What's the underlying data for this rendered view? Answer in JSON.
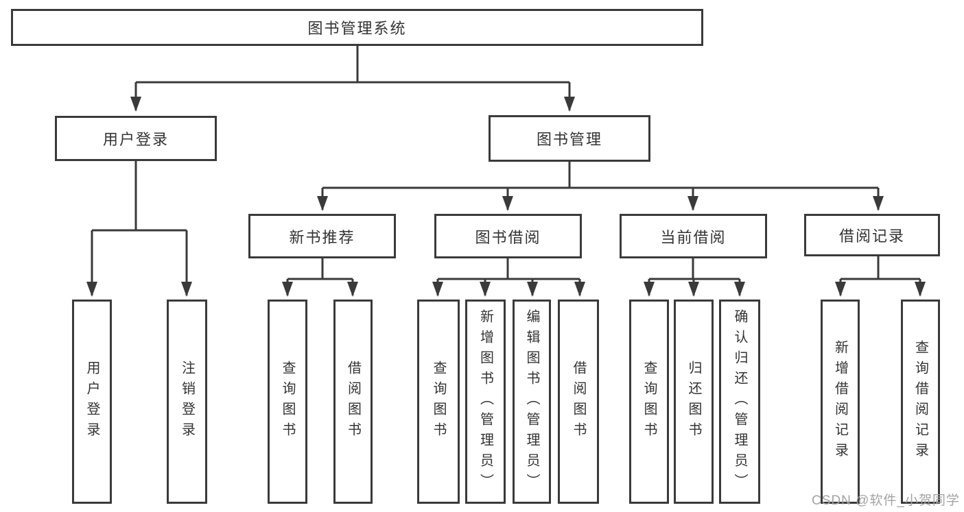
{
  "diagram": {
    "title": "图书管理系统",
    "root": {
      "label": "图书管理系统"
    },
    "level2": [
      {
        "label": "用户登录"
      },
      {
        "label": "图书管理"
      }
    ],
    "level3": [
      {
        "label": "新书推荐",
        "parent": "图书管理"
      },
      {
        "label": "图书借阅",
        "parent": "图书管理"
      },
      {
        "label": "当前借阅",
        "parent": "图书管理"
      },
      {
        "label": "借阅记录",
        "parent": "图书管理"
      }
    ],
    "leaves": [
      {
        "label": "用户登录",
        "parent": "用户登录"
      },
      {
        "label": "注销登录",
        "parent": "用户登录"
      },
      {
        "label": "查询图书",
        "parent": "新书推荐"
      },
      {
        "label": "借阅图书",
        "parent": "新书推荐"
      },
      {
        "label": "查询图书",
        "parent": "图书借阅"
      },
      {
        "label": "新增图书（管理员）",
        "parent": "图书借阅"
      },
      {
        "label": "编辑图书（管理员）",
        "parent": "图书借阅"
      },
      {
        "label": "借阅图书",
        "parent": "图书借阅"
      },
      {
        "label": "查询图书",
        "parent": "当前借阅"
      },
      {
        "label": "归还图书",
        "parent": "当前借阅"
      },
      {
        "label": "确认归还（管理员）",
        "parent": "当前借阅"
      },
      {
        "label": "新增借阅记录",
        "parent": "借阅记录"
      },
      {
        "label": "查询借阅记录",
        "parent": "借阅记录"
      }
    ],
    "colors": {
      "line": "#3a3a3a",
      "text": "#333333",
      "background": "#ffffff",
      "watermark": "#a3a3a3"
    }
  },
  "watermark": {
    "text": "CSDN @软件_小贺同学"
  }
}
